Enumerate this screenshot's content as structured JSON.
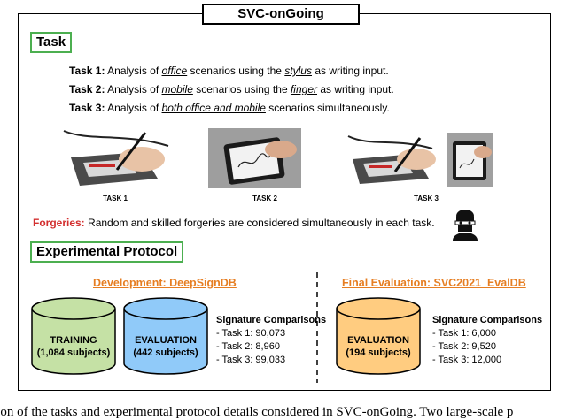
{
  "title": "SVC-onGoing",
  "task_section": {
    "heading": "Task",
    "tasks": [
      {
        "label": "Task 1:",
        "pre": "Analysis of",
        "em1": "office",
        "mid": "scenarios using the",
        "em2": "stylus",
        "post": "as writing input."
      },
      {
        "label": "Task 2:",
        "pre": "Analysis of",
        "em1": "mobile",
        "mid": "scenarios using the",
        "em2": "finger",
        "post": "as writing input."
      },
      {
        "label": "Task 3:",
        "pre": "Analysis of",
        "em1": "both office and mobile",
        "mid": "scenarios simultaneously.",
        "em2": "",
        "post": ""
      }
    ],
    "image_captions": [
      "TASK 1",
      "TASK 2",
      "TASK 3"
    ],
    "forgeries_label": "Forgeries:",
    "forgeries_text": "Random and skilled forgeries are considered simultaneously in each task."
  },
  "protocol": {
    "heading": "Experimental Protocol",
    "development": {
      "heading": "Development: DeepSignDB",
      "training_label": "TRAINING",
      "training_sub": "(1,084 subjects)",
      "evaluation_label": "EVALUATION",
      "evaluation_sub": "(442 subjects)",
      "comparisons_title": "Signature Comparisons",
      "comparisons": [
        "Task 1: 90,073",
        "Task 2: 8,960",
        "Task 3: 99,033"
      ]
    },
    "final": {
      "heading": "Final Evaluation: SVC2021_EvalDB",
      "evaluation_label": "EVALUATION",
      "evaluation_sub": "(194 subjects)",
      "comparisons_title": "Signature Comparisons",
      "comparisons": [
        "Task 1: 6,000",
        "Task 2: 9,520",
        "Task 3: 12,000"
      ]
    }
  },
  "colors": {
    "green_border": "#4caf50",
    "orange_heading": "#e67e22",
    "training_fill": "#c5e1a5",
    "evaluation_fill": "#90caf9",
    "final_eval_fill": "#ffcc80",
    "forgeries_red": "#d32f2f"
  },
  "icons": [
    "stylus-tablet-image",
    "finger-phone-image",
    "thief-icon"
  ],
  "caption_text": "tion of the tasks and experimental protocol details considered in SVC-onGoing. Two large-scale p"
}
